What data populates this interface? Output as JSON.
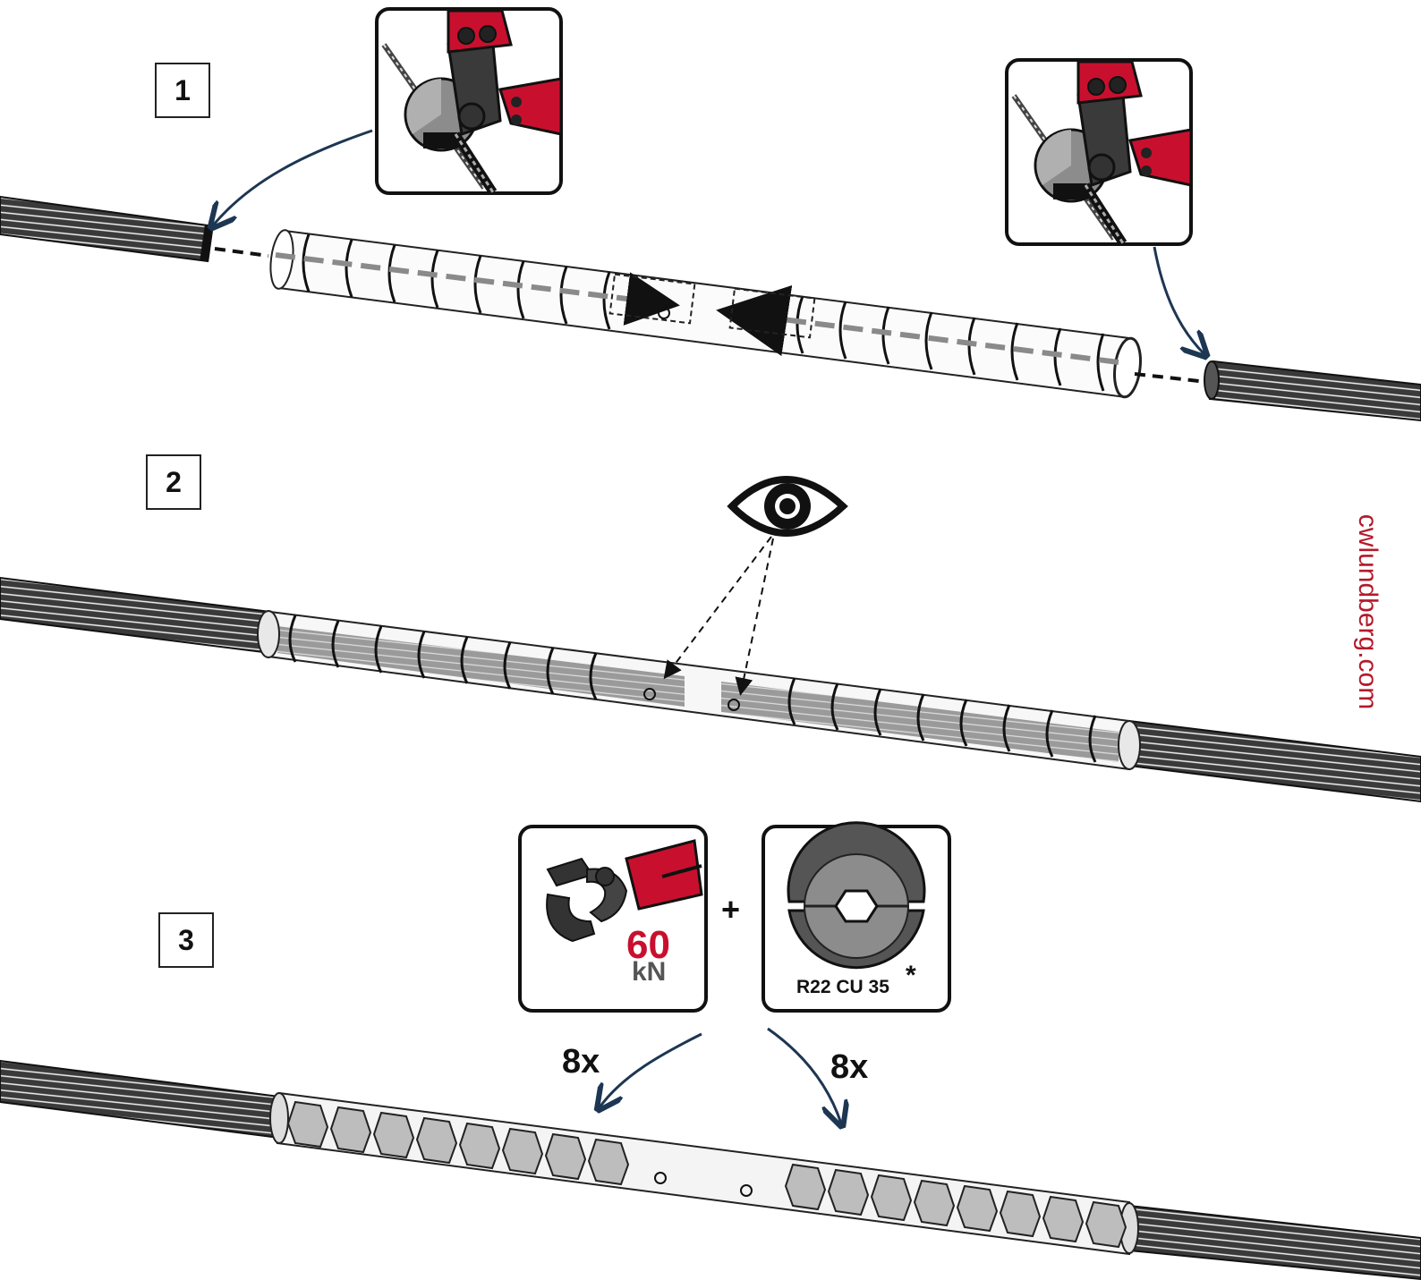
{
  "steps": [
    {
      "number": "1"
    },
    {
      "number": "2"
    },
    {
      "number": "3"
    }
  ],
  "brand": {
    "text": "cwlundberg.com",
    "color": "#b4192a"
  },
  "tool": {
    "force_value": "60",
    "force_unit": "kN"
  },
  "die": {
    "label": "R22 CU 35",
    "asterisk": "*"
  },
  "plus_sign": "+",
  "crimp_counts": {
    "left": "8x",
    "right": "8x"
  },
  "colors": {
    "tool_red": "#c8102e",
    "arrow": "#1d3652",
    "cable": "#2a2a2a"
  },
  "icons": [
    "bolt-cutter-icon",
    "eye-icon",
    "crimping-tool-icon",
    "crimp-die-icon"
  ]
}
